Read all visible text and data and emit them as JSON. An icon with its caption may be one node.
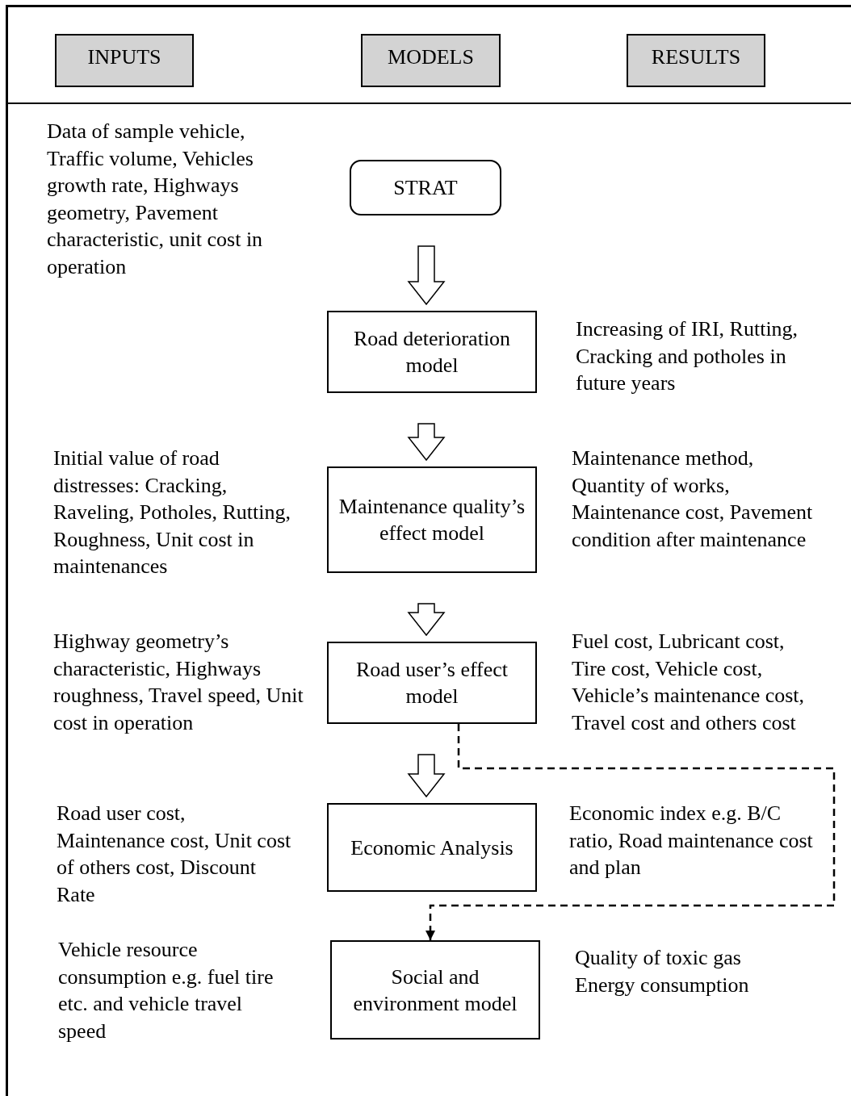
{
  "diagram": {
    "nodes": [
      {
        "text": [
          "INPUTS"
        ]
      },
      {
        "text": [
          "MODELS"
        ]
      },
      {
        "text": [
          "RESULTS"
        ]
      },
      {
        "text": [
          "STRAT"
        ]
      },
      {
        "text": [
          "Road deterioration model"
        ]
      },
      {
        "text": [
          "Maintenance quality’s effect model"
        ]
      },
      {
        "text": [
          "Road user’s effect model"
        ]
      },
      {
        "text": [
          "Economic Analysis"
        ]
      },
      {
        "text": [
          "Social and environment model"
        ]
      }
    ],
    "edges": [
      {
        "from": 3,
        "to": 4,
        "arrow": "to"
      },
      {
        "from": 4,
        "to": 5,
        "arrow": "to"
      },
      {
        "from": 5,
        "to": 6,
        "arrow": "to"
      },
      {
        "from": 6,
        "to": 7,
        "arrow": "to"
      },
      {
        "from": 6,
        "to": 8,
        "arrow": "to",
        "style": "dashed"
      }
    ],
    "labels": [
      "Data of sample vehicle, Traffic volume, Vehicles growth rate, Highways geometry, Pavement characteristic, unit cost in operation",
      "Increasing of IRI, Rutting, Cracking and potholes in future years",
      "Initial value of road distresses: Cracking, Raveling, Potholes, Rutting, Roughness, Unit cost in maintenances",
      "Maintenance method, Quantity of works, Maintenance cost, Pavement condition after maintenance",
      "Highway geometry’s characteristic, Highways roughness, Travel speed, Unit cost in operation",
      "Fuel cost, Lubricant cost, Tire cost, Vehicle cost, Vehicle’s maintenance cost, Travel cost and others cost",
      "Road user cost, Maintenance cost, Unit cost of others cost, Discount Rate",
      "Economic index e.g. B/C ratio, Road maintenance cost and plan",
      "Vehicle resource consumption e.g. fuel tire etc. and vehicle travel speed",
      "Quality of toxic gas",
      "Energy consumption"
    ]
  }
}
